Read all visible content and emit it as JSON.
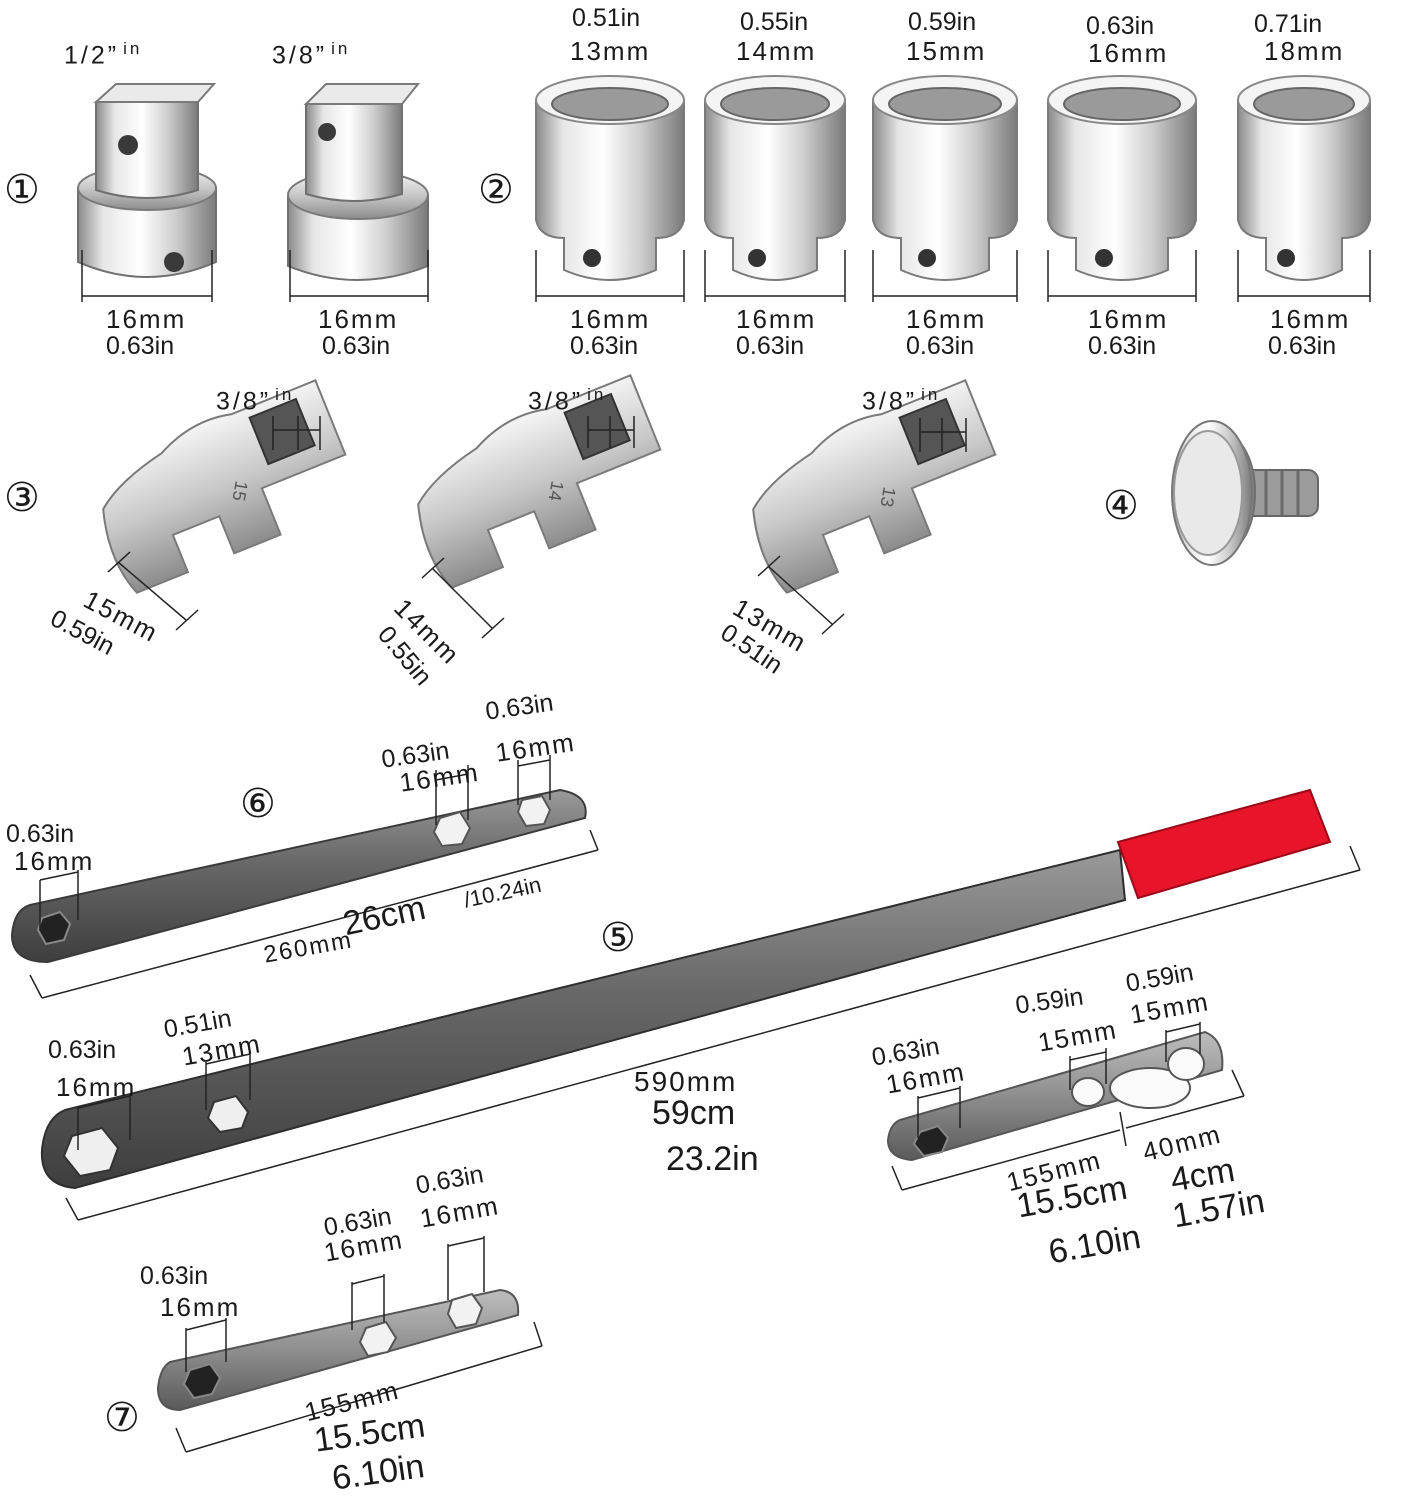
{
  "markers": {
    "m1": "①",
    "m2": "②",
    "m3": "③",
    "m4": "④",
    "m5": "⑤",
    "m6": "⑥",
    "m7": "⑦"
  },
  "adapters": {
    "a1": {
      "drive": "1/2”",
      "unit": "in",
      "mm": "16mm",
      "inch": "0.63in"
    },
    "a2": {
      "drive": "3/8”",
      "unit": "in",
      "mm": "16mm",
      "inch": "0.63in"
    }
  },
  "sockets": [
    {
      "top_in": "0.51in",
      "top_mm": "13mm",
      "base_mm": "16mm",
      "base_in": "0.63in"
    },
    {
      "top_in": "0.55in",
      "top_mm": "14mm",
      "base_mm": "16mm",
      "base_in": "0.63in"
    },
    {
      "top_in": "0.59in",
      "top_mm": "15mm",
      "base_mm": "16mm",
      "base_in": "0.63in"
    },
    {
      "top_in": "0.63in",
      "top_mm": "16mm",
      "base_mm": "16mm",
      "base_in": "0.63in"
    },
    {
      "top_in": "0.71in",
      "top_mm": "18mm",
      "base_mm": "16mm",
      "base_in": "0.63in"
    }
  ],
  "crowfoot": [
    {
      "drive": "3/8”",
      "unit": "in",
      "mm": "15mm",
      "inch": "0.59in",
      "stamp": "15"
    },
    {
      "drive": "3/8”",
      "unit": "in",
      "mm": "14mm",
      "inch": "0.55in",
      "stamp": "14"
    },
    {
      "drive": "3/8”",
      "unit": "in",
      "mm": "13mm",
      "inch": "0.51in",
      "stamp": "13"
    }
  ],
  "bar6": {
    "left_in": "0.63in",
    "left_mm": "16mm",
    "mid_in": "0.63in",
    "mid_mm": "16mm",
    "right_in": "0.63in",
    "right_mm": "16mm",
    "len_mm": "260mm",
    "len_cm": "26cm",
    "len_in": "/10.24in"
  },
  "bar5": {
    "left_in": "0.63in",
    "left_mm": "16mm",
    "mid_in": "0.51in",
    "mid_mm": "13mm",
    "len_mm": "590mm",
    "len_cm": "59cm",
    "len_in": "23.2in"
  },
  "barR": {
    "left_in": "0.63in",
    "left_mm": "16mm",
    "mid_in": "0.59in",
    "mid_mm": "15mm",
    "right_in": "0.59in",
    "right_mm": "15mm",
    "len_mm": "155mm",
    "len_cm": "15.5cm",
    "len_in": "6.10in",
    "gap_mm": "40mm",
    "gap_cm": "4cm",
    "gap_in": "1.57in"
  },
  "bar7": {
    "left_in": "0.63in",
    "left_mm": "16mm",
    "mid_in": "0.63in",
    "mid_mm": "16mm",
    "right_in": "0.63in",
    "right_mm": "16mm",
    "len_mm": "155mm",
    "len_cm": "15.5cm",
    "len_in": "6.10in"
  },
  "colors": {
    "chrome_light": "#f2f2f2",
    "chrome_mid": "#c4c4c4",
    "chrome_dark": "#7c7c7c",
    "bar_steel": "#5e5e5e",
    "grip_red": "#e8142a",
    "dim_line": "#222222"
  }
}
